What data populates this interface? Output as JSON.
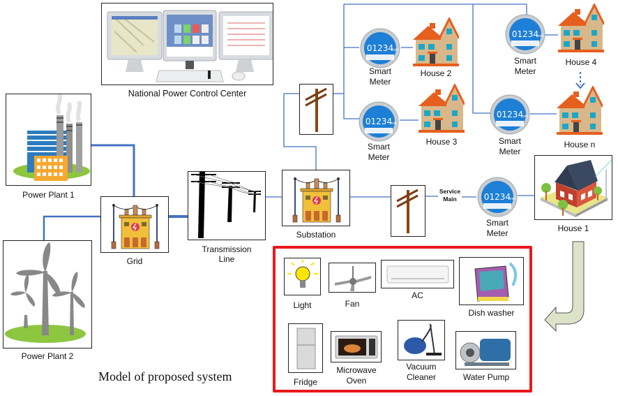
{
  "title": "Model of proposed system",
  "control_center": {
    "label": "National Power Control Center"
  },
  "generation": {
    "plant1": {
      "label": "Power Plant 1"
    },
    "plant2": {
      "label": "Power Plant 2"
    }
  },
  "grid": {
    "label": "Grid"
  },
  "transmission": {
    "label_line1": "Transmission",
    "label_line2": "Line"
  },
  "substation": {
    "label": "Substation"
  },
  "service_main": {
    "line1": "Service",
    "line2": "Main"
  },
  "meter": {
    "reading": "01234",
    "unit": "kWh",
    "label_line1": "Smart",
    "label_line2": "Meter"
  },
  "houses": {
    "h1": "House 1",
    "h2": "House 2",
    "h3": "House 3",
    "h4": "House 4",
    "hn": "House n"
  },
  "appliances": [
    {
      "label": "Light"
    },
    {
      "label": "Fan"
    },
    {
      "label": "AC"
    },
    {
      "label": "Dish washer"
    },
    {
      "label": "Fridge"
    },
    {
      "label": "Microwave",
      "label2": "Oven"
    },
    {
      "label": "Vacuum",
      "label2": "Cleaner"
    },
    {
      "label": "Water Pump"
    }
  ],
  "colors": {
    "wire": "#4472c4",
    "highlight": "#e8191c",
    "arrow_fill": "#dde3c9"
  }
}
